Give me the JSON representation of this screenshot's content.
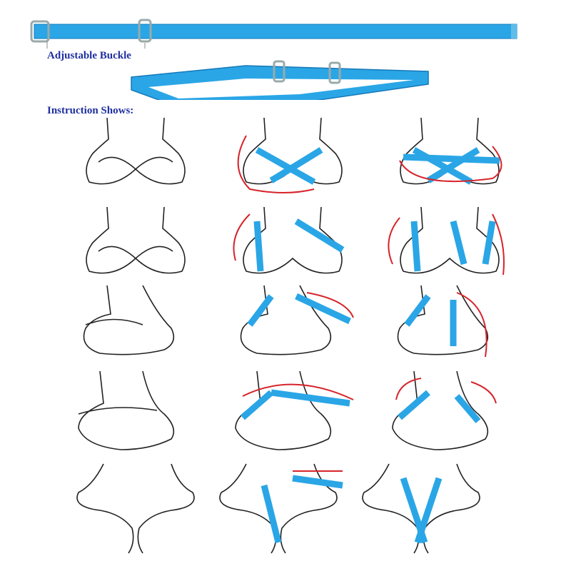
{
  "labels": {
    "buckle": "Adjustable Buckle",
    "instructions": "Instruction Shows:"
  },
  "colors": {
    "strap": "#2aa6e6",
    "strap_dark": "#1579b8",
    "arrow": "#d6242a",
    "outline": "#222222",
    "label": "#1f2f9e"
  },
  "steps": [
    {
      "row": 1,
      "pose": "seated-front",
      "panels": [
        "plain",
        "strap-cross",
        "strap-wrap"
      ]
    },
    {
      "row": 2,
      "pose": "seated-front",
      "panels": [
        "plain",
        "strap-legs",
        "strap-legs-wrap"
      ]
    },
    {
      "row": 3,
      "pose": "seated-side",
      "panels": [
        "plain",
        "strap-loop",
        "strap-loop-wrap"
      ]
    },
    {
      "row": 4,
      "pose": "seated-side-open",
      "panels": [
        "plain",
        "strap-loop",
        "strap-cross"
      ]
    },
    {
      "row": 5,
      "pose": "squat-front",
      "panels": [
        "plain",
        "strap-loop",
        "strap-cross"
      ]
    }
  ]
}
